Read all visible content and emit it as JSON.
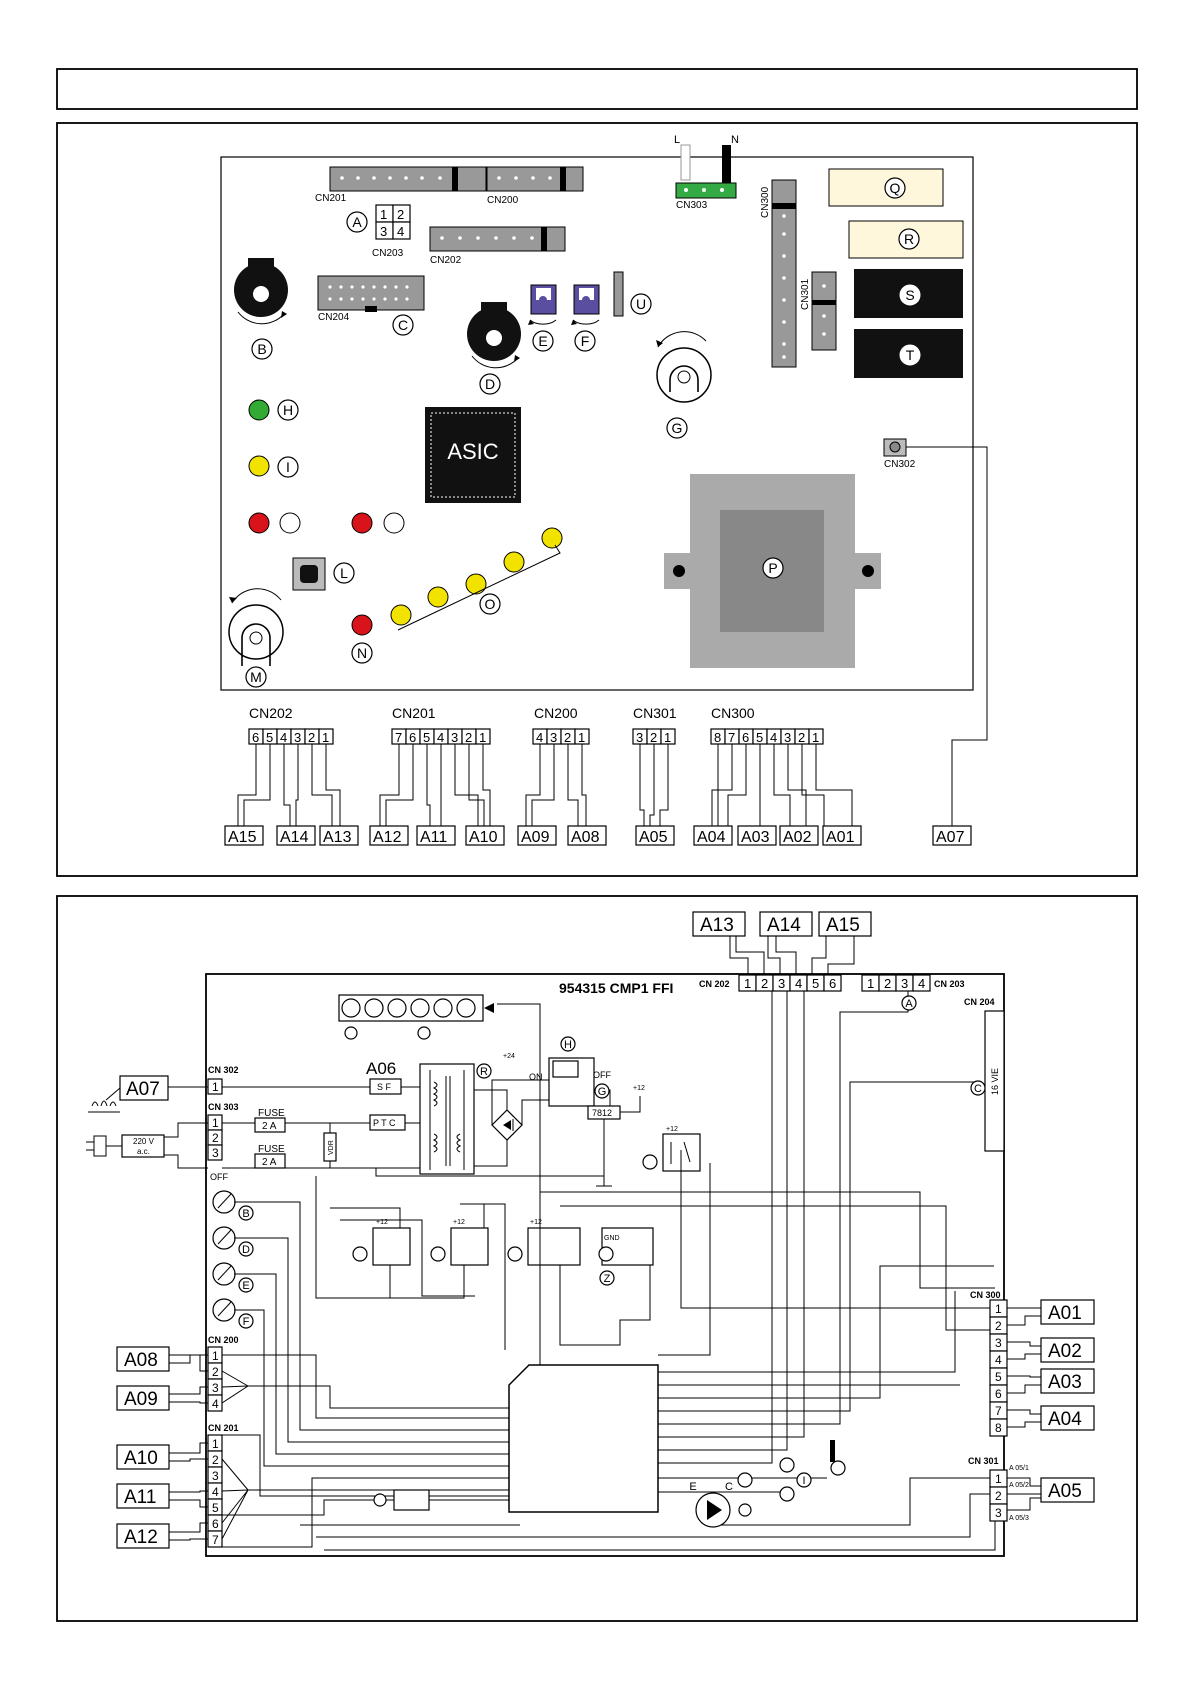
{
  "board": {
    "connectors": {
      "cn201": "CN201",
      "cn200": "CN200",
      "cn203": "CN203",
      "cn202": "CN202",
      "cn204": "CN204",
      "cn303": "CN303",
      "cn300": "CN300",
      "cn301": "CN301",
      "cn302": "CN302",
      "cn203_pins": [
        "1",
        "2",
        "3",
        "4"
      ],
      "line_L": "L",
      "line_N": "N"
    },
    "asic_label": "ASIC",
    "markers": [
      "A",
      "B",
      "C",
      "D",
      "E",
      "F",
      "G",
      "H",
      "I",
      "L",
      "M",
      "N",
      "O",
      "P",
      "Q",
      "R",
      "S",
      "T",
      "U"
    ]
  },
  "pinout": {
    "headers": [
      {
        "label": "CN202",
        "pins": [
          "6",
          "5",
          "4",
          "3",
          "2",
          "1"
        ]
      },
      {
        "label": "CN201",
        "pins": [
          "7",
          "6",
          "5",
          "4",
          "3",
          "2",
          "1"
        ]
      },
      {
        "label": "CN200",
        "pins": [
          "4",
          "3",
          "2",
          "1"
        ]
      },
      {
        "label": "CN301",
        "pins": [
          "3",
          "2",
          "1"
        ]
      },
      {
        "label": "CN300",
        "pins": [
          "8",
          "7",
          "6",
          "5",
          "4",
          "3",
          "2",
          "1"
        ]
      }
    ],
    "wire_codes": [
      "A15",
      "A14",
      "A13",
      "A12",
      "A11",
      "A10",
      "A09",
      "A08",
      "A05",
      "A04",
      "A03",
      "A02",
      "A01",
      "A07"
    ]
  },
  "schematic": {
    "title": "954315 CMP1 FFI",
    "top_codes": [
      "A13",
      "A14",
      "A15"
    ],
    "left_codes": [
      "A07",
      "A08",
      "A09",
      "A10",
      "A11",
      "A12"
    ],
    "right_codes": [
      "A01",
      "A02",
      "A03",
      "A04",
      "A05"
    ],
    "a06": "A06",
    "cn_labels": {
      "cn202": "CN 202",
      "cn203": "CN 203",
      "cn204": "CN 204",
      "cn302": "CN 302",
      "cn303": "CN 303",
      "cn200": "CN 200",
      "cn201": "CN 201",
      "cn300": "CN 300",
      "cn301": "CN 301"
    },
    "cn202_pins": [
      "1",
      "2",
      "3",
      "4",
      "5",
      "6"
    ],
    "cn203_pins": [
      "1",
      "2",
      "3",
      "4"
    ],
    "cn300_pins": [
      "1",
      "2",
      "3",
      "4",
      "5",
      "6",
      "7",
      "8"
    ],
    "cn301_pins": [
      "1",
      "2",
      "3"
    ],
    "cn200_pins": [
      "1",
      "2",
      "3",
      "4"
    ],
    "cn201_pins": [
      "1",
      "2",
      "3",
      "4",
      "5",
      "6",
      "7"
    ],
    "cn303_pins": [
      "1",
      "2",
      "3"
    ],
    "cn302_pin": "1",
    "cn204_text": "16 VIE",
    "fuse": "FUSE",
    "fuse_val": "2 A",
    "sf": "S F",
    "ptc": "P T C",
    "vdr": "VDR",
    "regulator": "7812",
    "on": "ON",
    "off": "OFF",
    "off_pot": "OFF",
    "v24": "+24",
    "v12": "+12",
    "gnd": "GND",
    "mains": "220 V",
    "mains_ac": "a.c.",
    "a05_sub": [
      "A 05/1",
      "A 05/2",
      "A 05/3"
    ],
    "markers": [
      "A",
      "B",
      "C",
      "D",
      "E",
      "F",
      "G",
      "H",
      "I",
      "R",
      "Z",
      "E",
      "C"
    ]
  }
}
